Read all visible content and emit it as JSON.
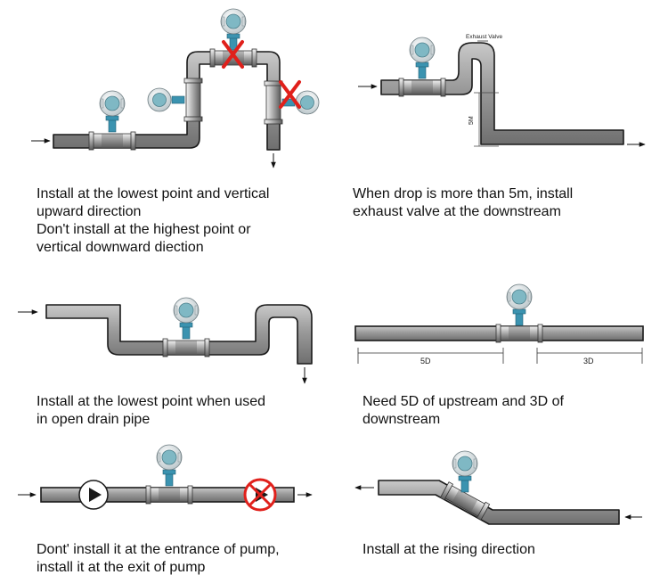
{
  "panels": [
    {
      "caption": "Install at the lowest point and vertical\nupward direction\nDon't install at the highest point or\nvertical downward diection",
      "mark_color": "#e0201b"
    },
    {
      "caption": "When drop is more than 5m, install\nexhaust valve at the downstream",
      "valve_label": "Exhaust Valve",
      "drop_label": "5M"
    },
    {
      "caption": "Install at the lowest point when used\nin open drain pipe"
    },
    {
      "caption": "Need   5D of upstream  and 3D of\ndownstream",
      "upstream_label": "5D",
      "downstream_label": "3D"
    },
    {
      "caption": "Dont' install it at the entrance of pump,\ninstall it at the exit of pump",
      "prohibited_color": "#e0201b"
    },
    {
      "caption": "Install at the rising direction"
    }
  ],
  "colors": {
    "pipe_fill": "#9a9a9a",
    "pipe_stroke": "#1a1a1a",
    "head_body": "#dfe7ea",
    "head_screen": "#7fb8c4",
    "neck": "#3b93b0"
  }
}
